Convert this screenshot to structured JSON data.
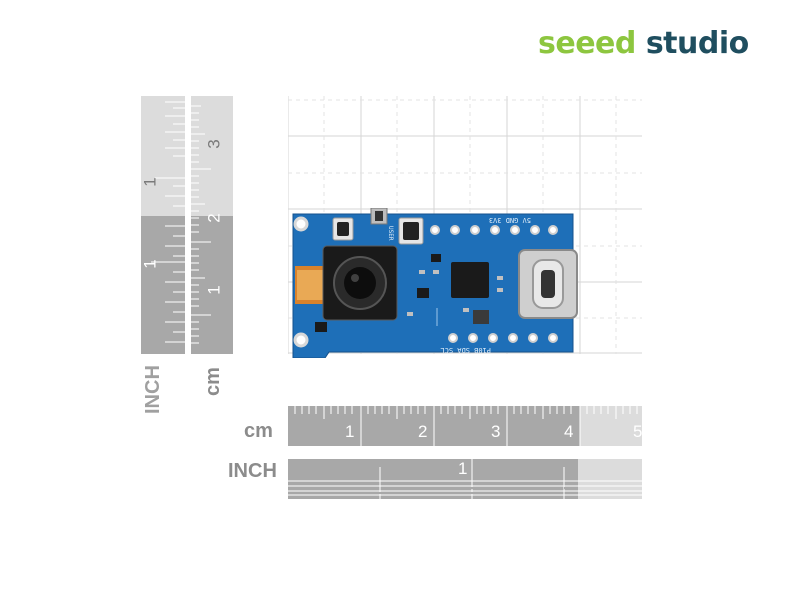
{
  "brand": {
    "part1": "seeed",
    "part2": "studio"
  },
  "vertical_rulers": {
    "inch": {
      "label": "INCH",
      "numbers": [
        "1",
        "1"
      ]
    },
    "cm": {
      "label": "cm",
      "numbers": [
        "3",
        "2",
        "1"
      ]
    }
  },
  "horizontal_rulers": {
    "cm": {
      "label": "cm",
      "numbers": [
        "1",
        "2",
        "3",
        "4",
        "5"
      ]
    },
    "inch": {
      "label": "INCH",
      "numbers": [
        "1"
      ]
    }
  },
  "board": {
    "silkscreen_top": "5V GND 3V3",
    "silkscreen_bottom": "P10B SDA SCL",
    "silkscreen_user": "USER"
  },
  "colors": {
    "board": "#1e6fb8",
    "ruler_dark": "#a8a8a8",
    "ruler_light": "#dcdcdc",
    "brand_green": "#8dc63f",
    "brand_dark": "#1f4e5f"
  }
}
